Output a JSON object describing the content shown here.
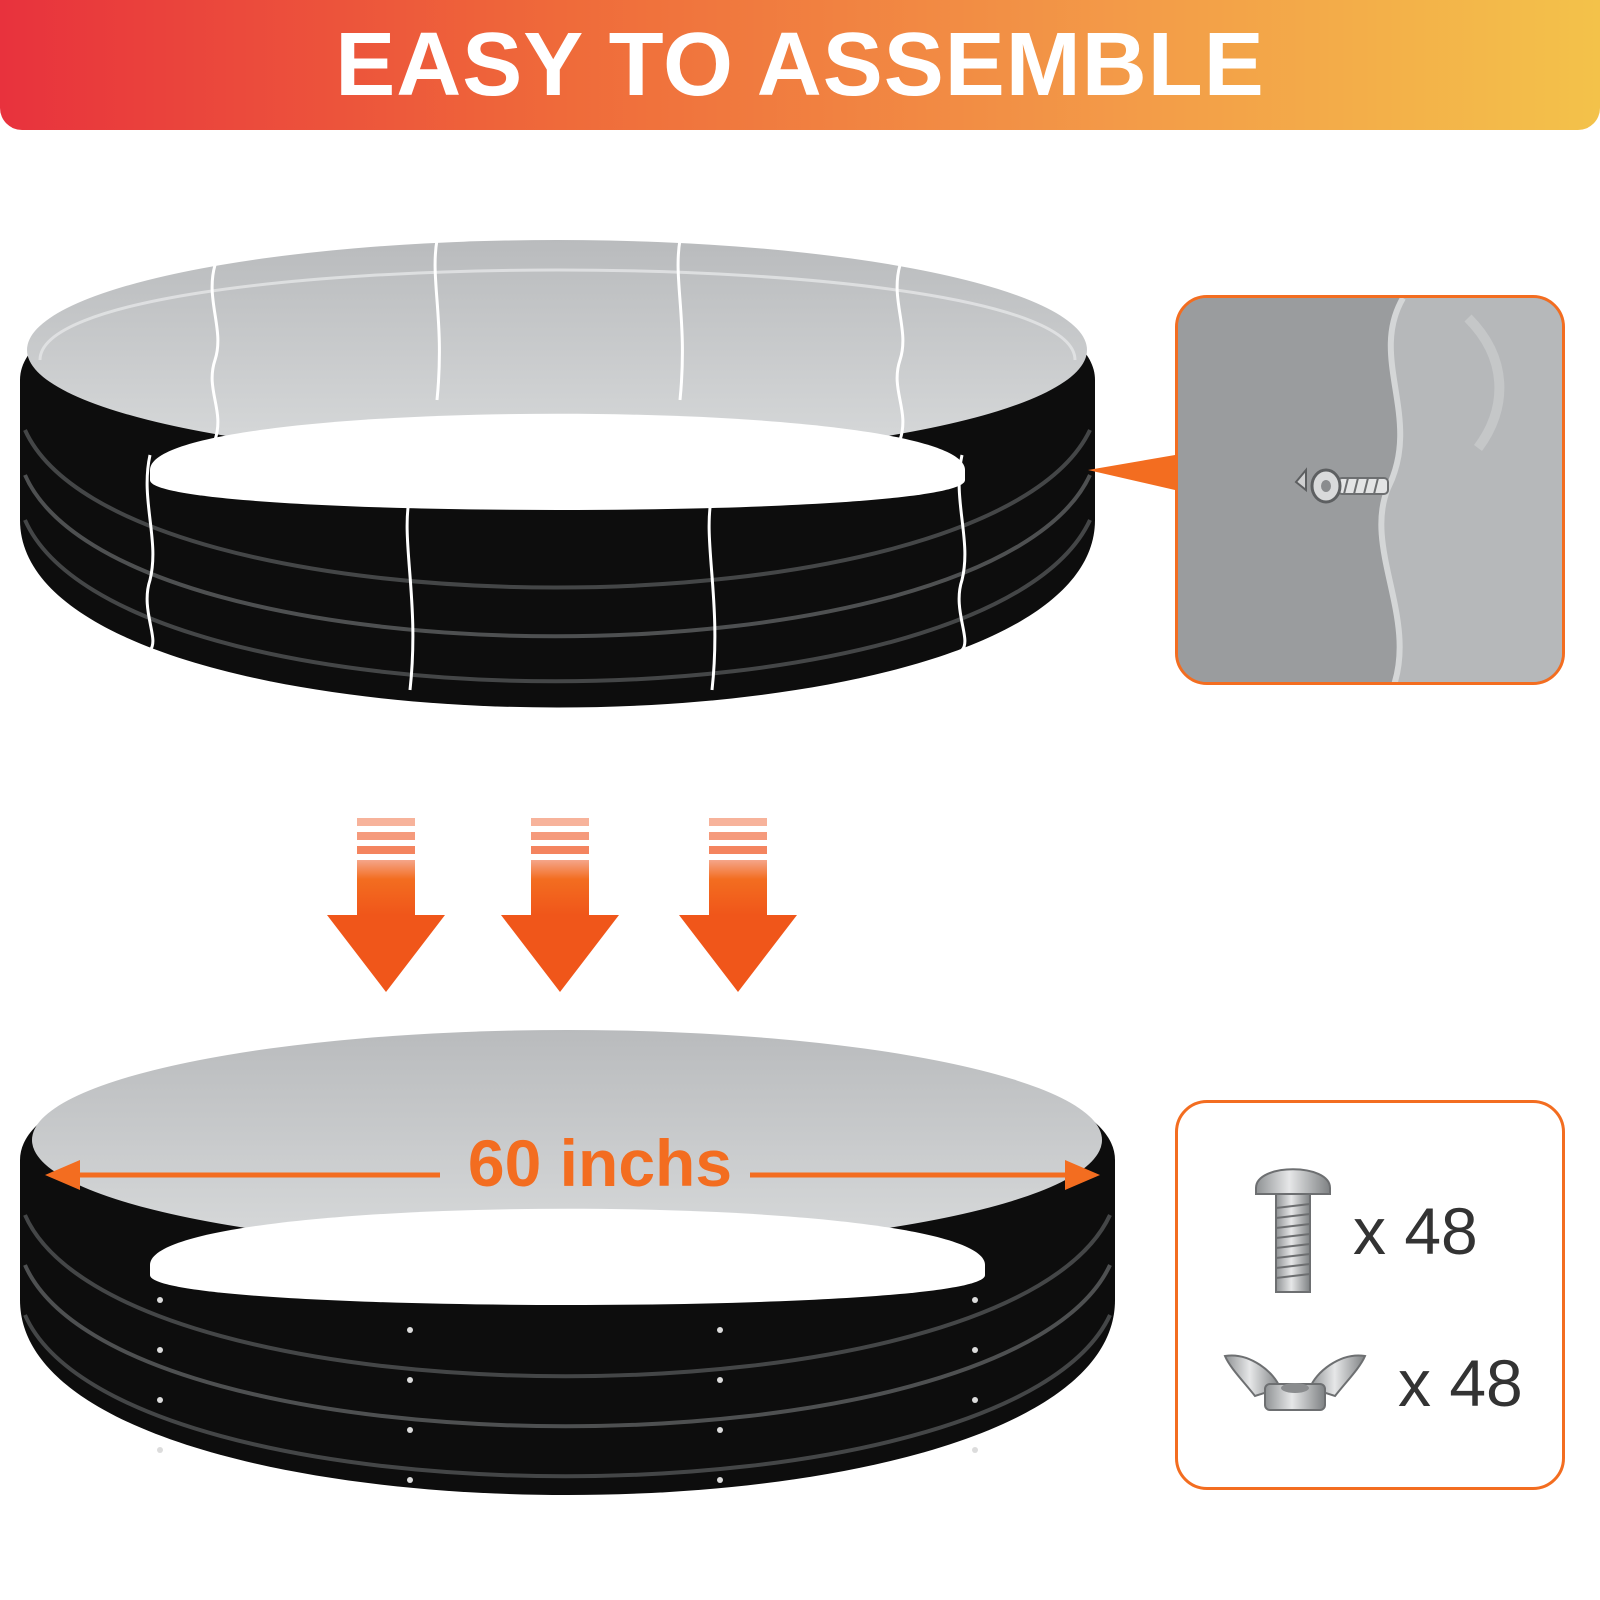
{
  "header": {
    "title": "EASY TO ASSEMBLE"
  },
  "dimension": {
    "label": "60 inchs"
  },
  "hardware": {
    "bolt": {
      "icon": "bolt-icon",
      "quantity": "x 48"
    },
    "wingnut": {
      "icon": "wing-nut-icon",
      "quantity": "x 48"
    }
  },
  "colors": {
    "accent": "#f36d20",
    "bed_outer": "#0d0d0d",
    "bed_inner": "#c9cbcd"
  }
}
